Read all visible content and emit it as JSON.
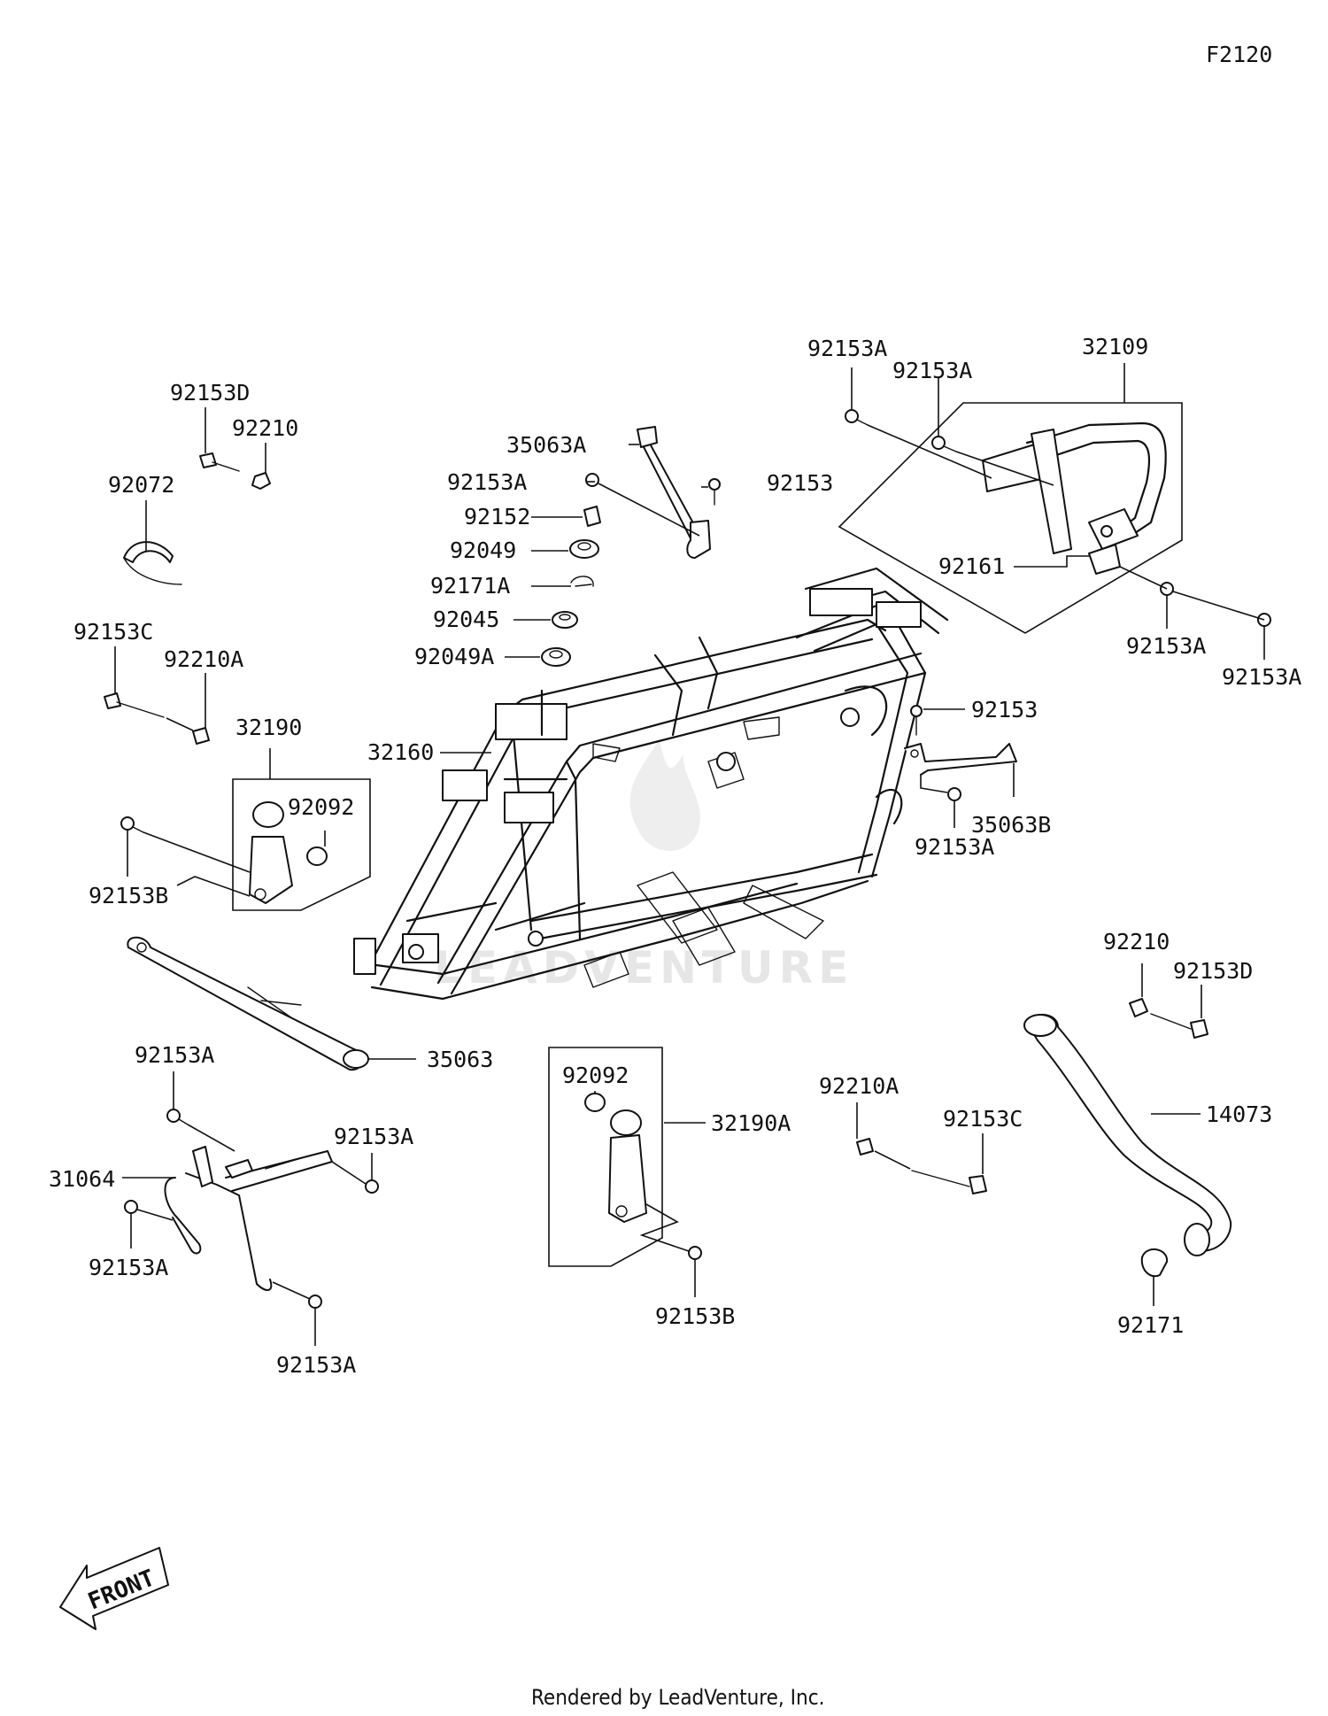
{
  "diagram_code": "F2120",
  "watermark": "LEADVENTURE",
  "footer": "Rendered by LeadVenture, Inc.",
  "front_arrow": "FRONT",
  "callouts": {
    "p32109": "32109",
    "p92153A_tl": "92153A",
    "p92153A_tr": "92153A",
    "p92161": "92161",
    "p92153A_rb1": "92153A",
    "p92153A_rb2": "92153A",
    "p35063A": "35063A",
    "p92153A_mid": "92153A",
    "p92153_mid": "92153",
    "p92152": "92152",
    "p92049": "92049",
    "p92171A": "92171A",
    "p92045": "92045",
    "p92049A": "92049A",
    "p32160": "32160",
    "p92153D_l": "92153D",
    "p92210_l": "92210",
    "p92072": "92072",
    "p92153C_l": "92153C",
    "p92210A_l": "92210A",
    "p32190": "32190",
    "p92092_l": "92092",
    "p92153B_l": "92153B",
    "p92153_r": "92153",
    "p35063B": "35063B",
    "p92153A_r": "92153A",
    "p35063": "35063",
    "p92210_r": "92210",
    "p92153D_r": "92153D",
    "p14073": "14073",
    "p92153A_b1": "92153A",
    "p31064": "31064",
    "p92153A_b2": "92153A",
    "p92153A_b3": "92153A",
    "p92153A_b4": "92153A",
    "p92092_m": "92092",
    "p32190A": "32190A",
    "p92153B_m": "92153B",
    "p92210A_r": "92210A",
    "p92153C_r": "92153C",
    "p92171": "92171"
  }
}
